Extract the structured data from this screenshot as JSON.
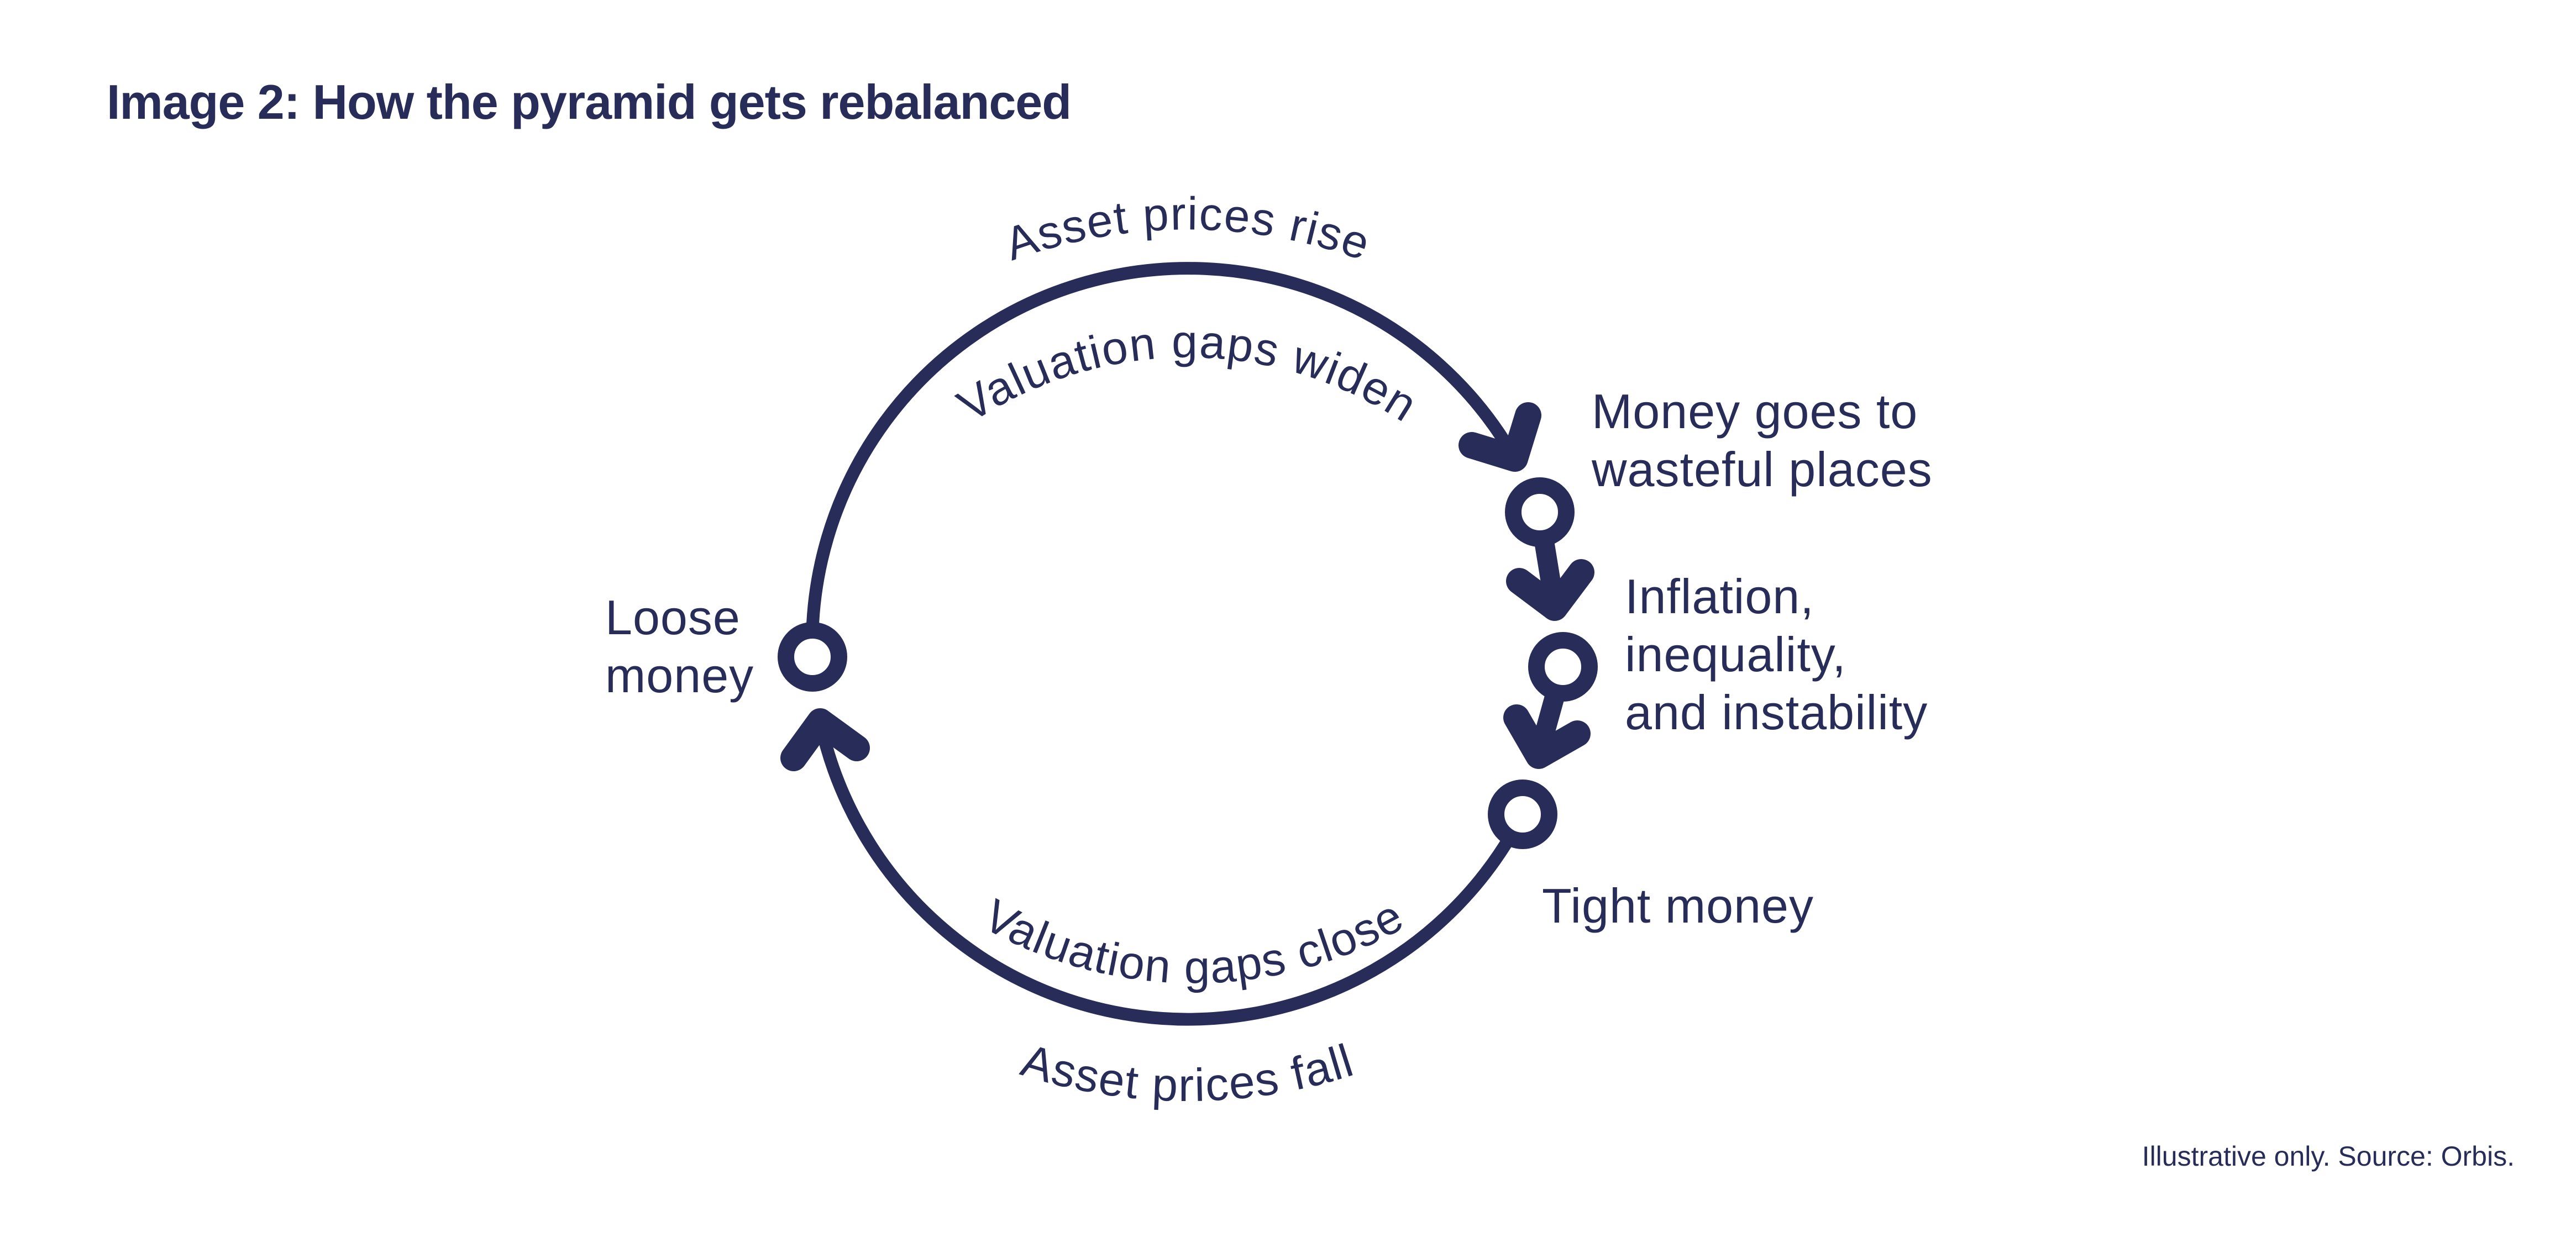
{
  "page": {
    "background_color": "#ffffff",
    "ink_color": "#272d58",
    "title": "Image 2: How the pyramid gets rebalanced",
    "source_note": "Illustrative only. Source: Orbis."
  },
  "cycle_diagram": {
    "curved_labels": {
      "top_outside": "Asset prices rise",
      "top_inside": "Valuation gaps widen",
      "bottom_inside": "Valuation gaps close",
      "bottom_outside": "Asset prices fall"
    },
    "stage_labels": {
      "loose_money": {
        "lines": [
          "Loose",
          "money"
        ]
      },
      "money_wasteful": {
        "lines": [
          "Money goes to",
          "wasteful places"
        ]
      },
      "inflation": {
        "lines": [
          "Inflation,",
          "inequality,",
          "and instability"
        ]
      },
      "tight_money": {
        "lines": [
          "Tight money"
        ]
      }
    }
  }
}
